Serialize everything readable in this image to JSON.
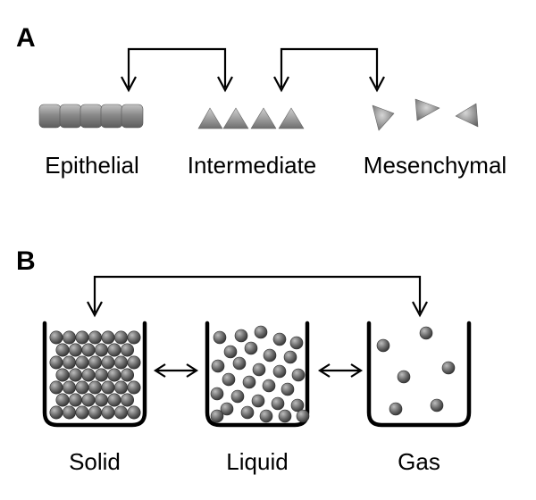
{
  "panel_a": {
    "label": "A",
    "stages": [
      {
        "name": "Epithelial",
        "shape": "rounded-square",
        "count": 5
      },
      {
        "name": "Intermediate",
        "shape": "triangle",
        "count": 4
      },
      {
        "name": "Mesenchymal",
        "shape": "scattered-triangle",
        "count": 3
      }
    ],
    "transitions": [
      "Epithelial-Intermediate",
      "Intermediate-Mesenchymal"
    ]
  },
  "panel_b": {
    "label": "B",
    "states": [
      {
        "name": "Solid",
        "arrangement": "packed-lattice"
      },
      {
        "name": "Liquid",
        "arrangement": "loose"
      },
      {
        "name": "Gas",
        "arrangement": "sparse",
        "count": 6
      }
    ],
    "transitions": [
      "Solid-Liquid",
      "Liquid-Gas",
      "Solid-Gas"
    ]
  },
  "colors": {
    "particle_dark": "#3d3d3d",
    "particle_light": "#b4b4b4",
    "line": "#000000"
  }
}
